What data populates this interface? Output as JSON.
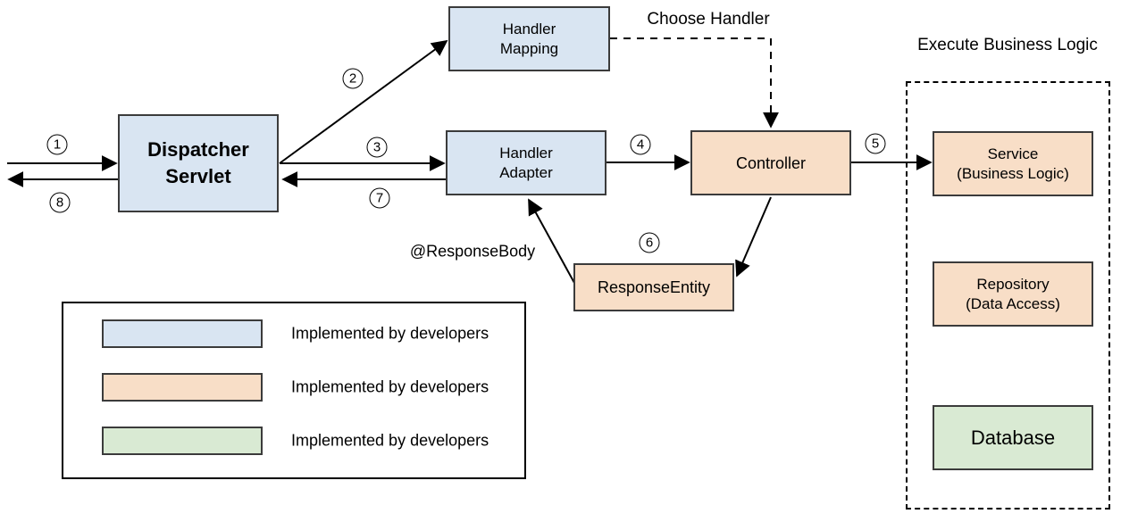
{
  "colors": {
    "blue": "#d9e5f2",
    "peach": "#f8dec7",
    "green": "#d9ead3"
  },
  "nodes": {
    "dispatcher_servlet": {
      "line1": "Dispatcher",
      "line2": "Servlet",
      "color": "#d9e5f2"
    },
    "handler_mapping": {
      "line1": "Handler",
      "line2": "Mapping",
      "color": "#d9e5f2"
    },
    "handler_adapter": {
      "line1": "Handler",
      "line2": "Adapter",
      "color": "#d9e5f2"
    },
    "controller": {
      "label": "Controller",
      "color": "#f8dec7"
    },
    "response_entity": {
      "label": "ResponseEntity",
      "color": "#f8dec7"
    },
    "service": {
      "line1": "Service",
      "line2": "(Business Logic)",
      "color": "#f8dec7"
    },
    "repository": {
      "line1": "Repository",
      "line2": "(Data Access)",
      "color": "#f8dec7"
    },
    "database": {
      "label": "Database",
      "color": "#d9ead3"
    }
  },
  "annotations": {
    "choose_handler": "Choose Handler",
    "execute_business_logic": "Execute Business Logic",
    "response_body": "@ResponseBody"
  },
  "steps": {
    "s1": "1",
    "s2": "2",
    "s3": "3",
    "s4": "4",
    "s5": "5",
    "s6": "6",
    "s7": "7",
    "s8": "8"
  },
  "legend": {
    "items": [
      {
        "color": "#d9e5f2",
        "label": "Implemented by developers"
      },
      {
        "color": "#f8dec7",
        "label": "Implemented by developers"
      },
      {
        "color": "#d9ead3",
        "label": "Implemented by developers"
      }
    ]
  }
}
